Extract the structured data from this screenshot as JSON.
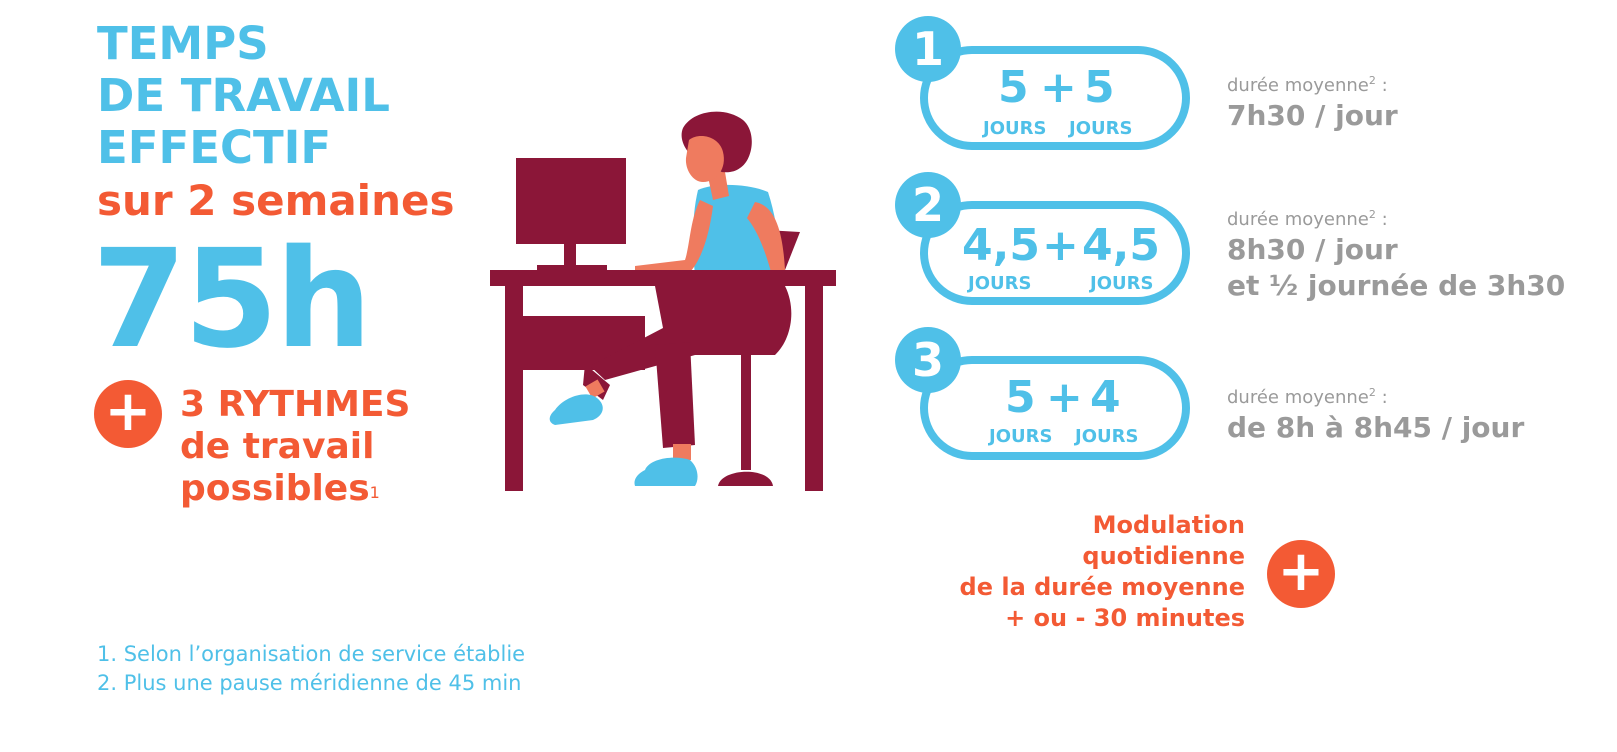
{
  "title": {
    "line1": "TEMPS",
    "line2": "DE TRAVAIL",
    "line3": "EFFECTIF",
    "subtitle": "sur 2 semaines"
  },
  "total_hours": "75h",
  "rhythms_block": {
    "plus_symbol": "+",
    "line1": "3 RYTHMES",
    "line2": "de travail",
    "line3": "possibles",
    "footnote_ref": "1"
  },
  "rhythms": [
    {
      "number": "1",
      "week1": "5",
      "operator": "+",
      "week2": "5",
      "unit1": "JOURS",
      "unit2": "JOURS",
      "duration_label": "durée moyenne",
      "duration_ref": "2",
      "duration_suffix": " :",
      "duration_line1": "7h30 / jour",
      "duration_line2": ""
    },
    {
      "number": "2",
      "week1": "4,5",
      "operator": "+",
      "week2": "4,5",
      "unit1": "JOURS",
      "unit2": "JOURS",
      "duration_label": "durée moyenne",
      "duration_ref": "2",
      "duration_suffix": " :",
      "duration_line1": "8h30 / jour",
      "duration_line2": "et ½ journée de 3h30"
    },
    {
      "number": "3",
      "week1": "5",
      "operator": "+",
      "week2": "4",
      "unit1": "JOURS",
      "unit2": "JOURS",
      "duration_label": "durée moyenne",
      "duration_ref": "2",
      "duration_suffix": " :",
      "duration_line1": "de 8h à 8h45 / jour",
      "duration_line2": ""
    }
  ],
  "modulation": {
    "line1": "Modulation",
    "line2": "quotidienne",
    "line3": "de la durée moyenne",
    "line4": "+ ou - 30 minutes",
    "plus_symbol": "+"
  },
  "footnotes": [
    "1. Selon l’organisation de service établie",
    "2. Plus une pause méridienne de 45 min"
  ],
  "colors": {
    "blue": "#4fc0e8",
    "orange": "#f35a34",
    "grey": "#9a9a9a",
    "burgundy": "#8b1638",
    "skin": "#ef7b5f"
  },
  "illustration": "person-working-at-desk-illustration"
}
